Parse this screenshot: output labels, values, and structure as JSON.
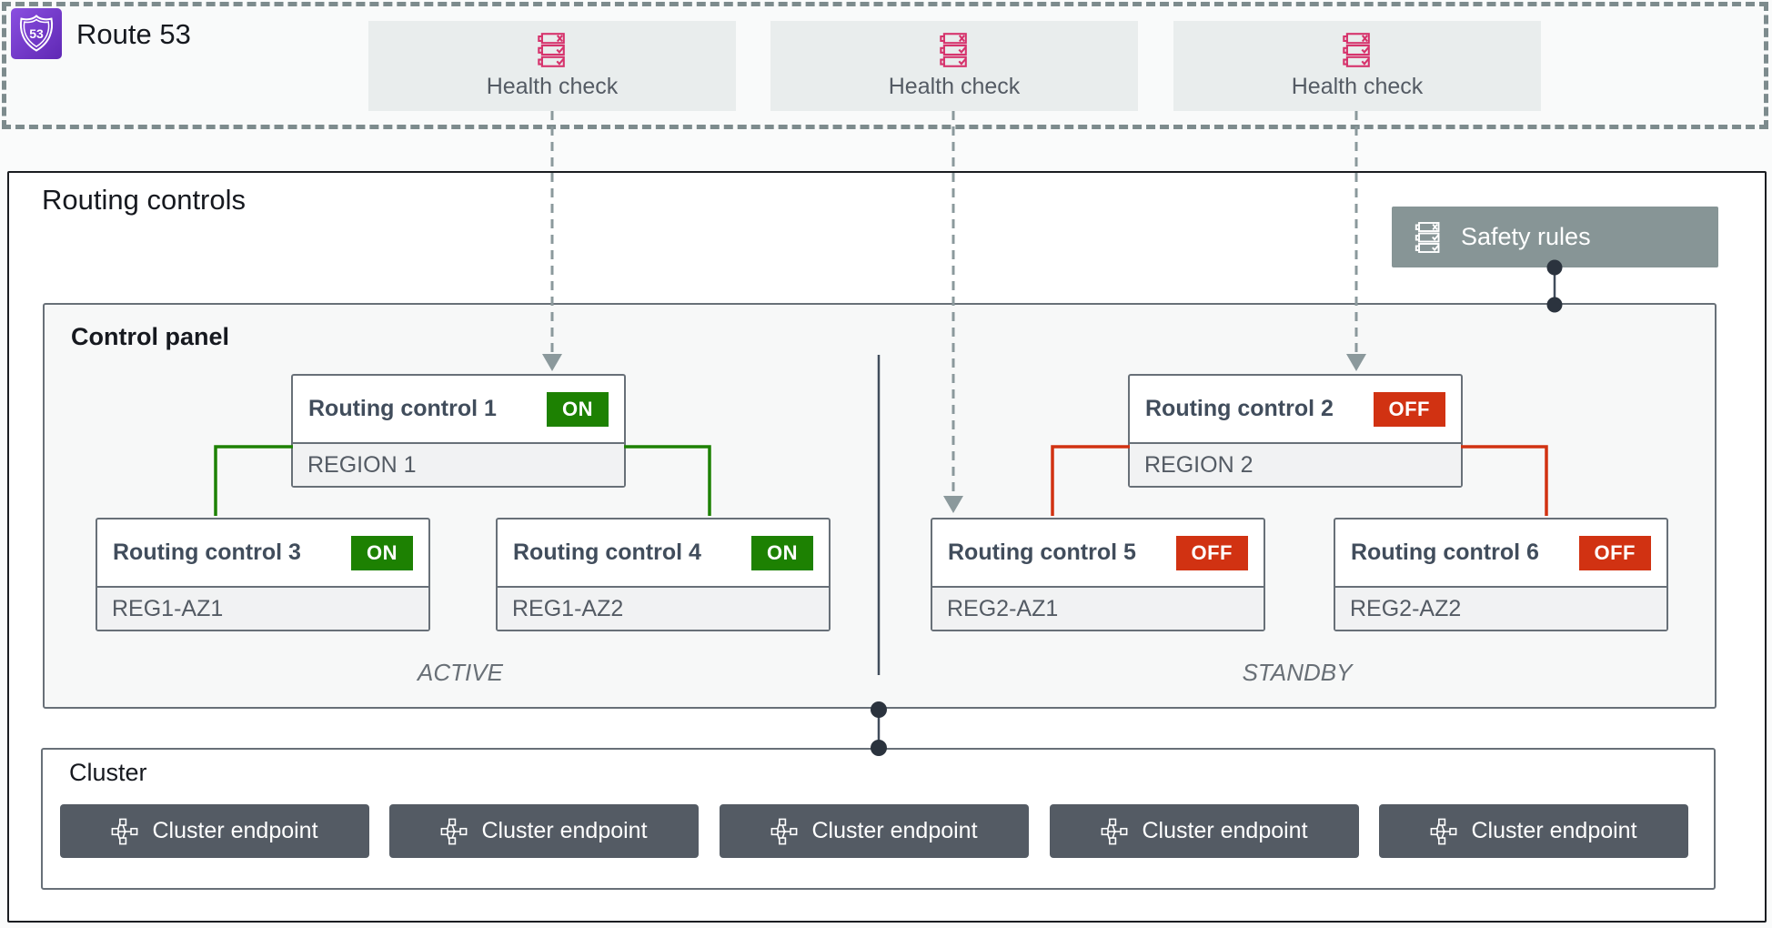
{
  "route53": {
    "label": "Route 53",
    "shield_number": "53"
  },
  "health_checks": {
    "items": [
      {
        "label": "Health check"
      },
      {
        "label": "Health check"
      },
      {
        "label": "Health check"
      }
    ]
  },
  "main": {
    "title": "Routing controls",
    "safety_rules": {
      "label": "Safety rules"
    },
    "control_panel": {
      "title": "Control panel",
      "controls": [
        {
          "name": "Routing control 1",
          "state": "ON",
          "scope": "REGION 1"
        },
        {
          "name": "Routing control 2",
          "state": "OFF",
          "scope": "REGION 2"
        },
        {
          "name": "Routing control 3",
          "state": "ON",
          "scope": "REG1-AZ1"
        },
        {
          "name": "Routing control 4",
          "state": "ON",
          "scope": "REG1-AZ2"
        },
        {
          "name": "Routing control 5",
          "state": "OFF",
          "scope": "REG2-AZ1"
        },
        {
          "name": "Routing control 6",
          "state": "OFF",
          "scope": "REG2-AZ2"
        }
      ],
      "zones": [
        {
          "label": "ACTIVE"
        },
        {
          "label": "STANDBY"
        }
      ]
    },
    "cluster": {
      "title": "Cluster",
      "endpoints": [
        {
          "label": "Cluster endpoint"
        },
        {
          "label": "Cluster endpoint"
        },
        {
          "label": "Cluster endpoint"
        },
        {
          "label": "Cluster endpoint"
        },
        {
          "label": "Cluster endpoint"
        }
      ]
    }
  },
  "colors": {
    "state_on": "#1d8102",
    "state_off": "#d13212",
    "health_check_icon": "#d6336c",
    "safety_rules_bg": "#879596",
    "cluster_endpoint_bg": "#545b64",
    "connector": "#414d5c",
    "arrow": "#8b999c",
    "route53_purple_start": "#8a4fe0",
    "route53_purple_end": "#5f28b4"
  }
}
